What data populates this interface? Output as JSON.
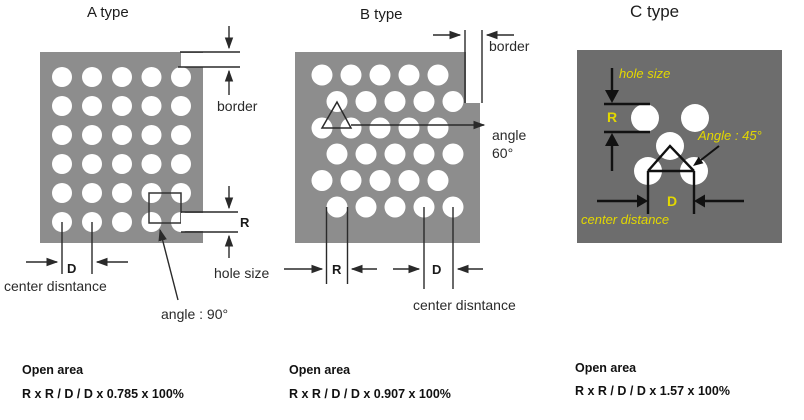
{
  "colors": {
    "plate_light": "#8d8d8d",
    "plate_dark": "#6d6d6d",
    "hole": "#ffffff",
    "line": "#2a2a2a",
    "line_dark": "#111111",
    "accent_yellow": "#e3d800",
    "text": "#1a1a1a"
  },
  "panels": {
    "a": {
      "title": "A type",
      "labels": {
        "border": "border",
        "r": "R",
        "hole_size": "hole size",
        "d": "D",
        "center_distance": "center disntance",
        "angle": "angle : 90°"
      },
      "open_area": {
        "heading": "Open area",
        "formula": "R x R / D / D x 0.785 x 100%"
      }
    },
    "b": {
      "title": "B type",
      "labels": {
        "border": "border",
        "angle_word": "angle",
        "angle_value": "60°",
        "r": "R",
        "d": "D",
        "center_distance": "center disntance"
      },
      "open_area": {
        "heading": "Open area",
        "formula": "R x R / D / D x 0.907 x 100%"
      }
    },
    "c": {
      "title": "C type",
      "labels": {
        "hole_size": "hole size",
        "r": "R",
        "angle": "Angle : 45°",
        "d": "D",
        "center_distance": "center distance"
      },
      "open_area": {
        "heading": "Open area",
        "formula": "R x R / D / D x 1.57 x 100%"
      }
    }
  }
}
